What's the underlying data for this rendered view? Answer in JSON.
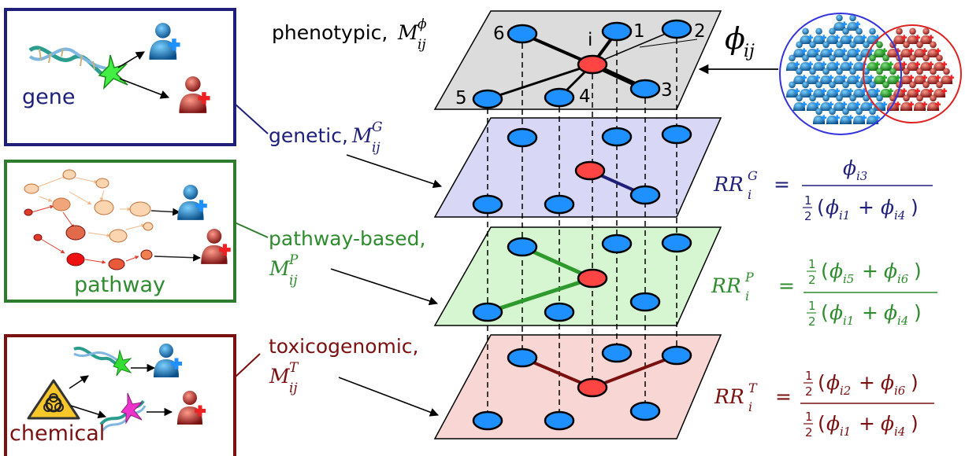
{
  "panels": {
    "gene": {
      "label": "gene"
    },
    "pathway": {
      "label": "pathway"
    },
    "chemical": {
      "label": "chemical"
    }
  },
  "layers": {
    "phenotypic": {
      "word": "phenotypic,",
      "symbol": "M",
      "sup": "ϕ",
      "sub": "ij"
    },
    "genetic": {
      "word": "genetic,",
      "symbol": "M",
      "sup": "G",
      "sub": "ij"
    },
    "pathway": {
      "word": "pathway-based,",
      "symbol": "M",
      "sup": "P",
      "sub": "ij"
    },
    "toxicogenomic": {
      "word": "toxicogenomic,",
      "symbol": "M",
      "sup": "T",
      "sub": "ij"
    }
  },
  "node_labels": {
    "center": "i",
    "n1": "1",
    "n2": "2",
    "n3": "3",
    "n4": "4",
    "n5": "5",
    "n6": "6"
  },
  "phi": {
    "symbol": "ϕ",
    "sub": "ij"
  },
  "formulas": {
    "genetic": {
      "lhs": "RR",
      "sup": "G",
      "sub": "i",
      "eq": "=",
      "num": "ϕ",
      "num_sub": "i3",
      "den": "ϕ",
      "den_sub1": "i1",
      "den_sub2": "i4",
      "half": "1",
      "half_den": "2",
      "plus": "+"
    },
    "pathway": {
      "lhs": "RR",
      "sup": "P",
      "sub": "i",
      "eq": "=",
      "num": "ϕ",
      "num_sub1": "i5",
      "num_sub2": "i6",
      "den": "ϕ",
      "den_sub1": "i1",
      "den_sub2": "i4",
      "half": "1",
      "half_den": "2",
      "plus": "+"
    },
    "toxicogenomic": {
      "lhs": "RR",
      "sup": "T",
      "sub": "i",
      "eq": "=",
      "num": "ϕ",
      "num_sub1": "i2",
      "num_sub2": "i6",
      "den": "ϕ",
      "den_sub1": "i1",
      "den_sub2": "i4",
      "half": "1",
      "half_den": "2",
      "plus": "+"
    }
  },
  "colors": {
    "gene": "#1f1f7a",
    "pathway": "#2e8b2e",
    "chemical": "#7a1010",
    "node_blue": "#1e90ff",
    "node_red": "#ff4444",
    "phenotypic_plane": "#dcdcdc",
    "genetic_plane": "#d8d8f6",
    "pathway_plane": "#d6f6d2",
    "toxicogenomic_plane": "#f8d6d4",
    "venn_blue": "#3333dd",
    "venn_red": "#dd2222"
  },
  "icons": [
    "dna-icon",
    "patient-icon",
    "pathway-network-icon",
    "biohazard-icon",
    "venn-diagram-icon"
  ]
}
